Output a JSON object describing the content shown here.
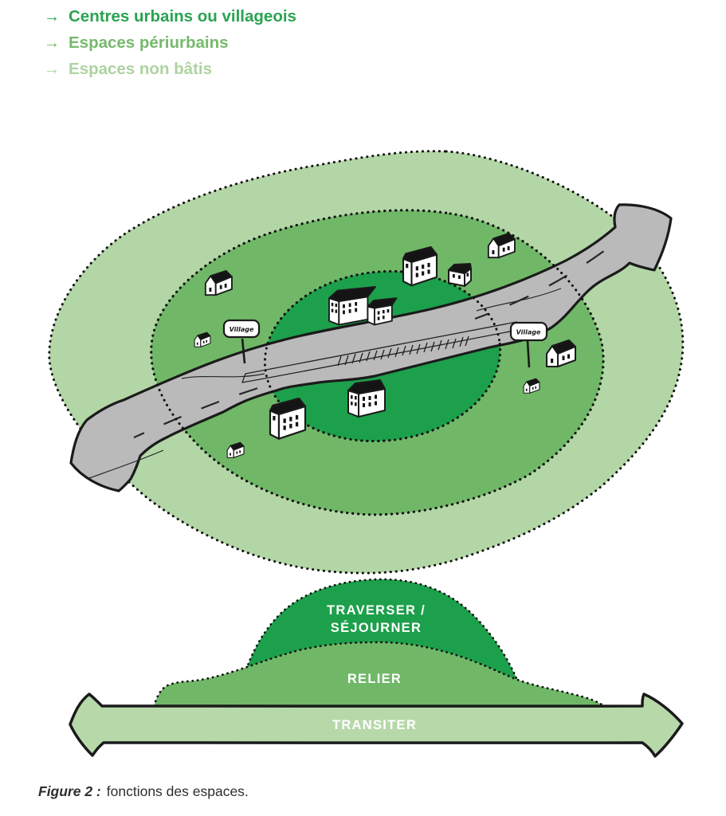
{
  "legend": {
    "arrow_glyph": "→",
    "items": [
      {
        "label": "Centres urbains ou villageois",
        "color": "#2aa351"
      },
      {
        "label": "Espaces périurbains",
        "color": "#77b96d"
      },
      {
        "label": "Espaces non bâtis",
        "color": "#aed3a0"
      }
    ]
  },
  "map": {
    "signs": {
      "left": "Village",
      "right": "Village"
    }
  },
  "functions_diagram": {
    "top_label_line1": "TRAVERSER /",
    "top_label_line2": "SÉJOURNER",
    "middle_label": "RELIER",
    "bottom_label": "TRANSITER"
  },
  "caption": {
    "prefix": "Figure 2 :",
    "text": "fonctions des espaces."
  },
  "colors": {
    "dark_green": "#1da04b",
    "medium_green": "#70b868",
    "light_green": "#b3d6a6",
    "arrow_light_green": "#b7d9aa",
    "road_gray": "#bababa",
    "outline": "#1b1b1b"
  }
}
